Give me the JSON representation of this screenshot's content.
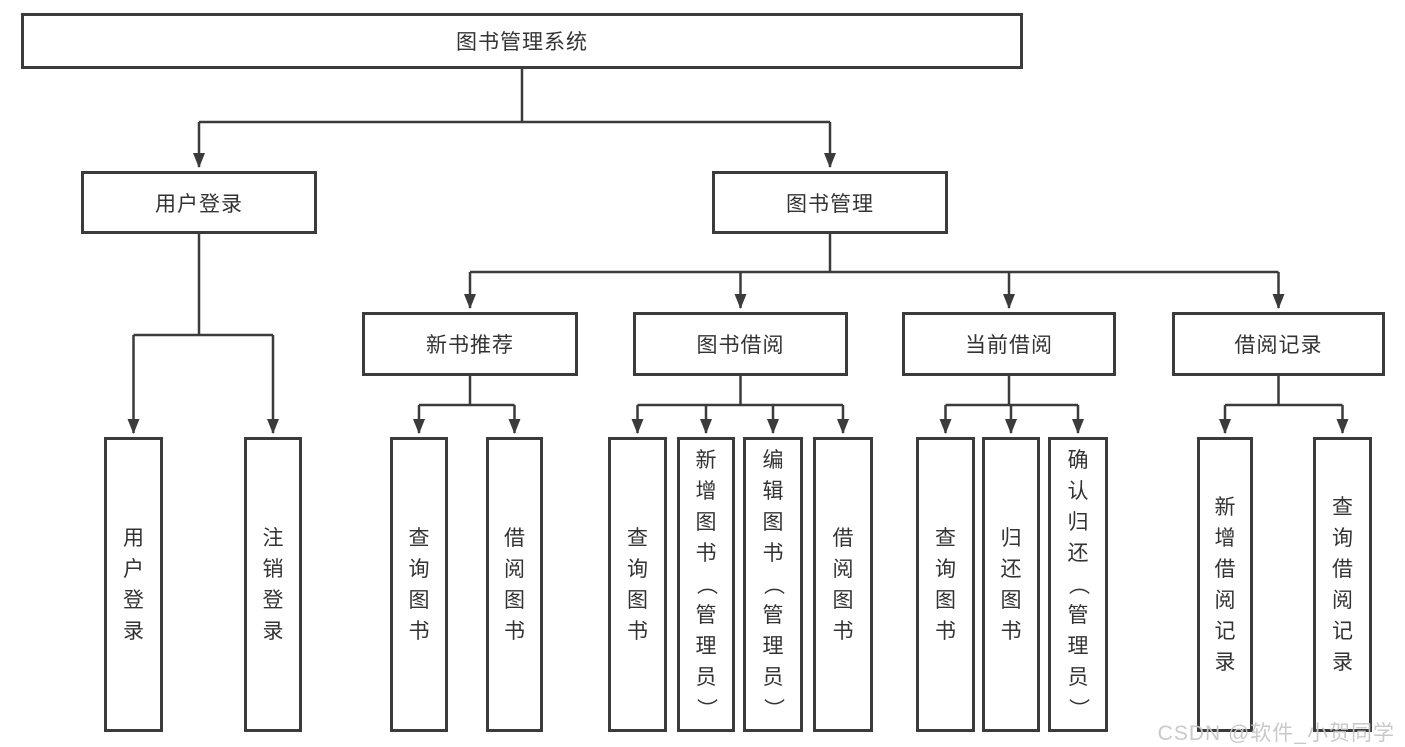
{
  "diagram": {
    "root": {
      "label": "图书管理系统"
    },
    "level2": [
      {
        "id": "user-login",
        "label": "用户登录",
        "children": [
          {
            "label": "用户登录"
          },
          {
            "label": "注销登录"
          }
        ]
      },
      {
        "id": "book-management",
        "label": "图书管理",
        "children": [
          {
            "label": "新书推荐",
            "children": [
              {
                "label": "查询图书"
              },
              {
                "label": "借阅图书"
              }
            ]
          },
          {
            "label": "图书借阅",
            "children": [
              {
                "label": "查询图书"
              },
              {
                "label": "新增图书（管理员）"
              },
              {
                "label": "编辑图书（管理员）"
              },
              {
                "label": "借阅图书"
              }
            ]
          },
          {
            "label": "当前借阅",
            "children": [
              {
                "label": "查询图书"
              },
              {
                "label": "归还图书"
              },
              {
                "label": "确认归还（管理员）"
              }
            ]
          },
          {
            "label": "借阅记录",
            "children": [
              {
                "label": "新增借阅记录"
              },
              {
                "label": "查询借阅记录"
              }
            ]
          }
        ]
      }
    ]
  },
  "watermark": {
    "text": "CSDN @软件_小贺同学"
  },
  "colors": {
    "line": "#3b3b3b",
    "border": "#3b3b3b",
    "text": "#333333",
    "background": "#ffffff",
    "watermark": "#c7c7c7"
  }
}
